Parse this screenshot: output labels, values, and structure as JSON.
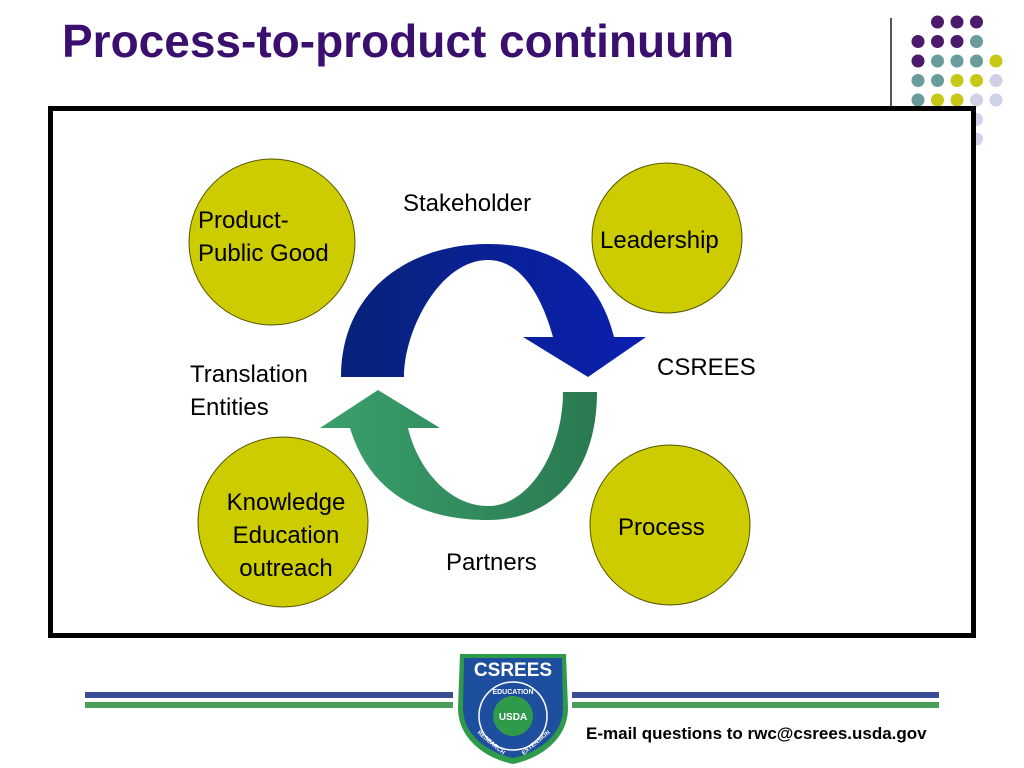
{
  "slide": {
    "title": "Process-to-product continuum",
    "email": "E-mail questions to rwc@csrees.usda.gov"
  },
  "diagram": {
    "nodes": [
      {
        "id": "product",
        "lines": [
          "Product-",
          "Public Good"
        ]
      },
      {
        "id": "leadership",
        "lines": [
          "Leadership"
        ]
      },
      {
        "id": "knowledge",
        "lines": [
          "Knowledge",
          "Education",
          "outreach"
        ]
      },
      {
        "id": "process",
        "lines": [
          "Process"
        ]
      }
    ],
    "labels": {
      "stakeholder": "Stakeholder",
      "csrees": "CSREES",
      "translation": [
        "Translation",
        "Entities"
      ],
      "partners": "Partners"
    }
  },
  "logo": {
    "name": "CSREES",
    "ring_top": "EDUCATION",
    "center": "USDA",
    "ring_left": "RESEARCH",
    "ring_right": "EXTENSION"
  },
  "colors": {
    "title": "#3b0f6e",
    "circle_fill": "#cccc00",
    "arrow_top": "#0a1f96",
    "arrow_bottom": "#2e8b57",
    "dot_purple": "#4b1a6b",
    "dot_teal": "#6a9c9c",
    "dot_yellow": "#c8c818",
    "dot_lavender": "#d0d0e6",
    "stripe_blue": "#3a4e95",
    "stripe_green": "#4a9e5a",
    "logo_blue": "#1e4f9e",
    "logo_green": "#2f9a4a"
  }
}
